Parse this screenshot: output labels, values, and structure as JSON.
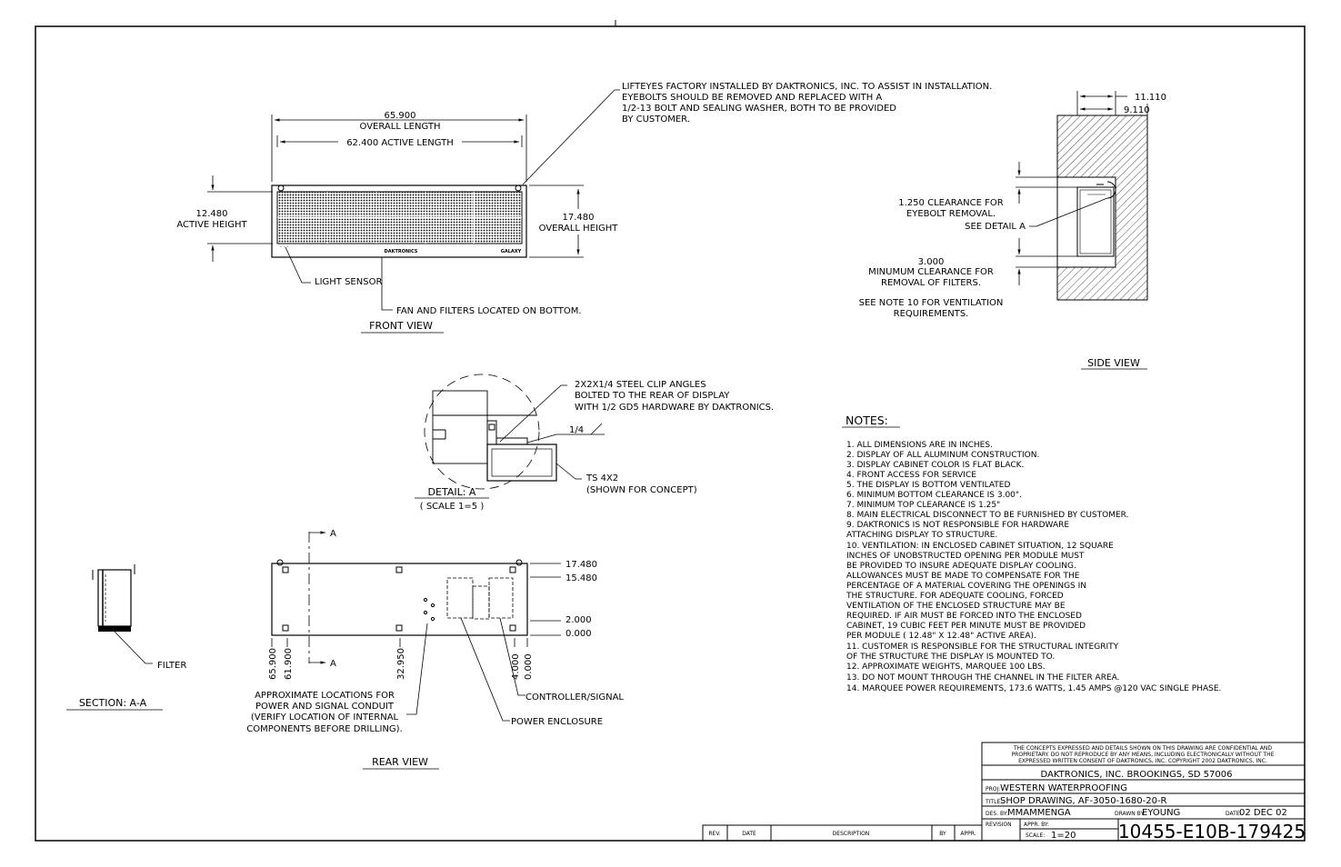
{
  "front_view": {
    "label": "FRONT VIEW",
    "overall_length_value": "65.900",
    "overall_length_label": "OVERALL LENGTH",
    "active_length": "62.400 ACTIVE LENGTH",
    "active_height_value": "12.480",
    "active_height_label": "ACTIVE HEIGHT",
    "overall_height_value": "17.480",
    "overall_height_label": "OVERALL HEIGHT",
    "brand_center": "DAKTRONICS",
    "brand_right": "GALAXY",
    "light_sensor": "LIGHT SENSOR",
    "fan_filters": "FAN AND FILTERS LOCATED ON BOTTOM.",
    "lifteyes_note": [
      "LIFTEYES FACTORY INSTALLED BY DAKTRONICS, INC. TO ASSIST IN INSTALLATION.",
      "EYEBOLTS SHOULD BE REMOVED AND REPLACED WITH A",
      "1/2-13 BOLT AND SEALING WASHER, BOTH TO BE PROVIDED",
      "BY CUSTOMER."
    ]
  },
  "side_view": {
    "label": "SIDE VIEW",
    "dim_outer": "11.110",
    "dim_inner": "9.110",
    "eyebolt_clearance": [
      "1.250 CLEARANCE FOR",
      "EYEBOLT REMOVAL."
    ],
    "see_detail": "SEE DETAIL A",
    "filter_clearance": [
      "3.000",
      "MINUMUM CLEARANCE FOR",
      "REMOVAL OF FILTERS."
    ],
    "ventilation_note": [
      "SEE NOTE 10 FOR VENTILATION",
      "REQUIREMENTS."
    ]
  },
  "detail_a": {
    "label": "DETAIL: A",
    "scale": "( SCALE 1=5 )",
    "clip_note": [
      "2X2X1/4 STEEL CLIP ANGLES",
      "BOLTED TO THE REAR OF DISPLAY",
      "WITH 1/2 GD5 HARDWARE BY DAKTRONICS."
    ],
    "weld": "1/4",
    "tube_note": [
      "TS 4X2",
      "(SHOWN FOR CONCEPT)"
    ]
  },
  "notes": {
    "title": "NOTES:",
    "items": [
      "1.   ALL DIMENSIONS ARE IN INCHES.",
      "2.   DISPLAY OF ALL ALUMINUM CONSTRUCTION.",
      "3.   DISPLAY CABINET COLOR IS FLAT BLACK.",
      "4.   FRONT ACCESS FOR SERVICE",
      "5.   THE DISPLAY IS BOTTOM VENTILATED",
      "6.   MINIMUM BOTTOM CLEARANCE IS 3.00\".",
      "7.   MINIMUM TOP CLEARANCE IS 1.25\"",
      "8.   MAIN ELECTRICAL DISCONNECT TO BE FURNISHED BY CUSTOMER.",
      "9.   DAKTRONICS IS NOT RESPONSIBLE FOR HARDWARE",
      "       ATTACHING DISPLAY TO STRUCTURE.",
      "10. VENTILATION: IN ENCLOSED CABINET SITUATION, 12 SQUARE",
      "       INCHES OF UNOBSTRUCTED OPENING PER MODULE MUST",
      "       BE PROVIDED TO INSURE ADEQUATE DISPLAY COOLING.",
      "       ALLOWANCES MUST BE MADE TO COMPENSATE FOR THE",
      "       PERCENTAGE OF A MATERIAL COVERING THE OPENINGS IN",
      "       THE STRUCTURE.  FOR ADEQUATE COOLING, FORCED",
      "       VENTILATION OF THE ENCLOSED STRUCTURE MAY BE",
      "       REQUIRED.  IF AIR MUST BE FORCED INTO THE ENCLOSED",
      "       CABINET, 19 CUBIC FEET PER MINUTE MUST BE PROVIDED",
      "       PER MODULE ( 12.48\" X 12.48\" ACTIVE AREA).",
      "11. CUSTOMER IS RESPONSIBLE FOR THE STRUCTURAL INTEGRITY",
      "       OF THE STRUCTURE THE DISPLAY IS MOUNTED TO.",
      "12. APPROXIMATE WEIGHTS, MARQUEE 100 LBS.",
      "13. DO NOT MOUNT THROUGH THE CHANNEL IN THE FILTER AREA.",
      "14. MARQUEE POWER REQUIREMENTS, 173.6 WATTS, 1.45 AMPS @120 VAC SINGLE PHASE."
    ]
  },
  "section": {
    "label": "SECTION: A-A",
    "filter": "FILTER"
  },
  "rear_view": {
    "label": "REAR VIEW",
    "cut_marker": "A",
    "right_dims": [
      "17.480",
      "15.480",
      "2.000",
      "0.000"
    ],
    "bottom_dims": [
      "65.900",
      "61.900",
      "32.950",
      "4.000",
      "0.000"
    ],
    "conduit_note": [
      "APPROXIMATE LOCATIONS FOR",
      "POWER AND SIGNAL CONDUIT",
      "(VERIFY LOCATION OF INTERNAL",
      "COMPONENTS BEFORE DRILLING)."
    ],
    "controller": "CONTROLLER/SIGNAL",
    "power": "POWER ENCLOSURE"
  },
  "revision_block": {
    "headers": [
      "REV.",
      "DATE",
      "DESCRIPTION",
      "BY",
      "APPR."
    ]
  },
  "title_block": {
    "confidential": [
      "THE CONCEPTS EXPRESSED AND DETAILS SHOWN ON THIS DRAWING ARE CONFIDENTIAL AND",
      "PROPRIETARY.  DO NOT REPRODUCE BY ANY MEANS, INCLUDING ELECTRONICALLY WITHOUT THE",
      "EXPRESSED WRITTEN CONSENT OF DAKTRONICS, INC.          COPYRIGHT 2002 DAKTRONICS, INC."
    ],
    "company": "DAKTRONICS, INC.   BROOKINGS, SD 57006",
    "proj_label": "PROJ:",
    "proj": "WESTERN WATERPROOFING",
    "title_label": "TITLE:",
    "title": "SHOP DRAWING, AF-3050-1680-20-R",
    "des_label": "DES. BY:",
    "des": "MMAMMENGA",
    "drawn_label": "DRAWN BY:",
    "drawn": "EYOUNG",
    "date_label": "DATE:",
    "date": "02 DEC 02",
    "revision_label": "REVISION",
    "appr_label": "APPR. BY:",
    "scale_label": "SCALE:",
    "scale": "1=20",
    "drawing_number": "10455-E10B-179425"
  }
}
